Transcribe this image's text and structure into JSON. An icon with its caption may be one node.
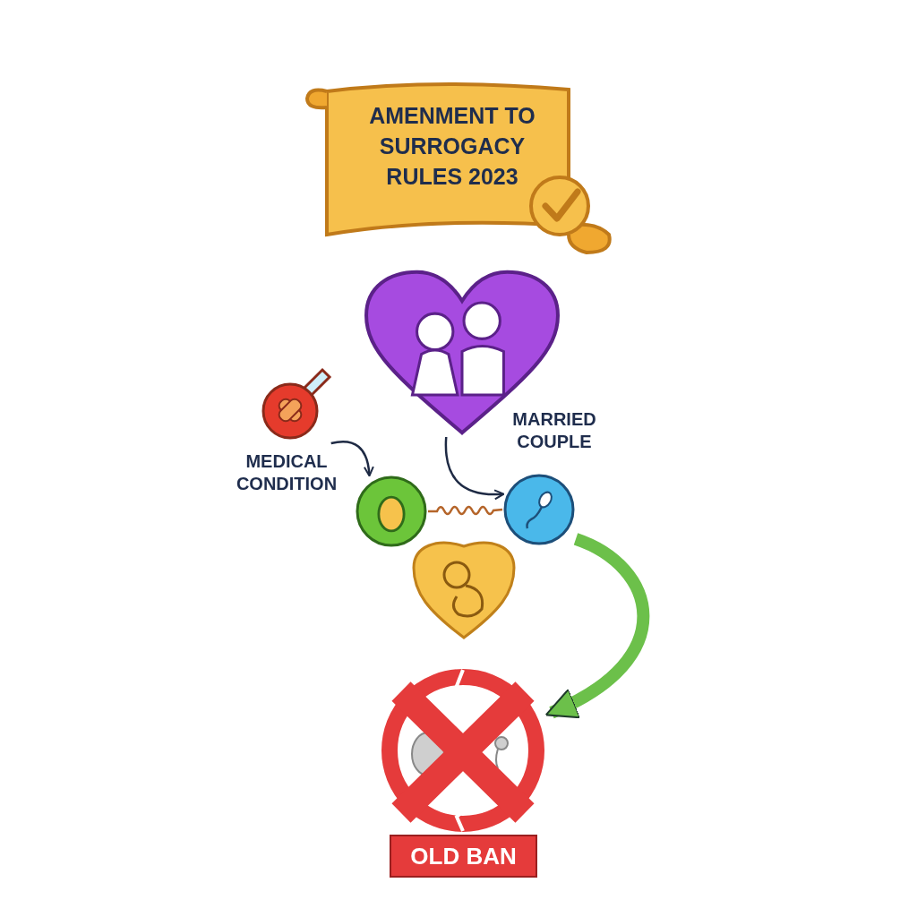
{
  "diagram": {
    "nodes": [
      {
        "text": [
          "AMENMENT TO SURROGACY RULES 2023"
        ]
      },
      {
        "text": [],
        "shape": "picture",
        "beside": [
          "MARRIED COUPLE"
        ]
      },
      {
        "text": [],
        "shape": "picture",
        "beside": [
          "MEDICAL CONDITION"
        ]
      },
      {
        "text": [],
        "shape": "circle"
      },
      {
        "text": [],
        "shape": "circle"
      },
      {
        "text": [],
        "shape": "picture"
      },
      {
        "text": [],
        "shape": "picture"
      },
      {
        "text": [
          "OLD BAN"
        ]
      }
    ],
    "edges": [
      {
        "from": 2,
        "to": 3,
        "arrow": "to"
      },
      {
        "from": 1,
        "to": 4,
        "arrow": "to"
      },
      {
        "from": 3,
        "to": 4,
        "arrow": "none",
        "color": "#b5652a"
      },
      {
        "from": 4,
        "to": 6,
        "arrow": "to",
        "style": "thick",
        "color": "#6cc04a"
      }
    ]
  }
}
